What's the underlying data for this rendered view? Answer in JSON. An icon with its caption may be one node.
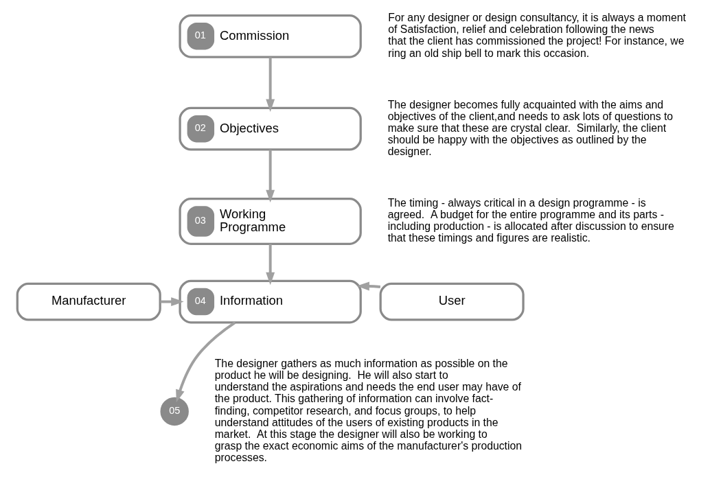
{
  "diagram": {
    "nodes": [
      {
        "text": [
          "01",
          "Commission"
        ],
        "beside": [
          "For any designer or design consultancy, it is always a moment of Satisfaction, relief and celebration following the news that the client has commissioned the project! For instance, we ring an old ship bell to mark this occasion."
        ]
      },
      {
        "text": [
          "02",
          "Objectives"
        ],
        "beside": [
          "The designer becomes fully acquainted with the aims and objectives of the client,and needs to ask lots of questions to make sure that these are crystal clear.  Similarly, the client should be happy with the objectives as outlined by the designer."
        ]
      },
      {
        "text": [
          "03",
          "Working Programme"
        ],
        "beside": [
          "The timing - always critical in a design programme - is agreed.  A budget for the entire programme and its parts - including production - is allocated after discussion to ensure that these timings and figures are realistic."
        ]
      },
      {
        "text": [
          "Manufacturer"
        ]
      },
      {
        "text": [
          "04",
          "Information"
        ],
        "beside": [
          "The designer gathers as much information as possible on the product he will be designing.  He will also start to understand the aspirations and needs the end user may have of the product. This gathering of information can involve fact-finding, competitor research, and focus groups, to help understand attitudes of the users of existing products in the market.  At this stage the designer will also be working to grasp the exact economic aims of the manufacturer's production processes."
        ]
      },
      {
        "text": [
          "User"
        ]
      },
      {
        "text": [
          "05"
        ]
      }
    ],
    "edges": [
      {
        "from": 0,
        "to": 1,
        "arrow": "to"
      },
      {
        "from": 1,
        "to": 2,
        "arrow": "to"
      },
      {
        "from": 2,
        "to": 4,
        "arrow": "to"
      },
      {
        "from": 3,
        "to": 4,
        "arrow": "to"
      },
      {
        "from": 5,
        "to": 4,
        "arrow": "to"
      },
      {
        "from": 4,
        "to": 6,
        "arrow": "to"
      }
    ]
  }
}
